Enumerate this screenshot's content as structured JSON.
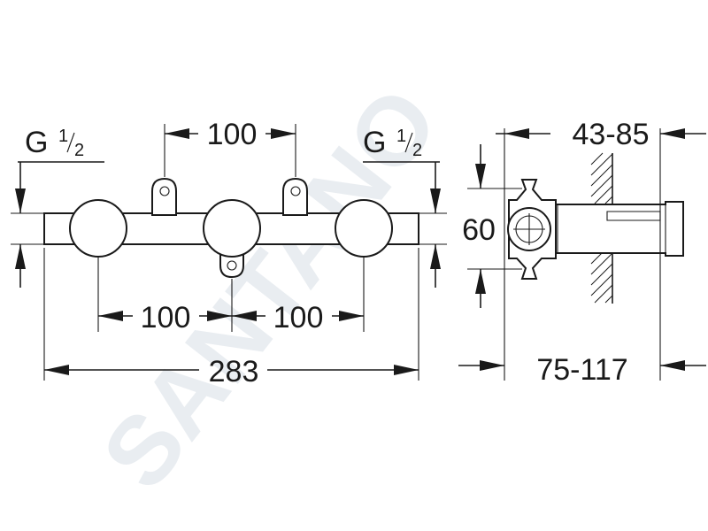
{
  "watermark": "SANTANO",
  "front_view": {
    "thread_left": {
      "main": "G",
      "num": "1",
      "den": "2"
    },
    "thread_right": {
      "main": "G",
      "num": "1",
      "den": "2"
    },
    "dim_top_spacing": "100",
    "dim_left_spacing": "100",
    "dim_right_spacing": "100",
    "dim_overall_width": "283"
  },
  "side_view": {
    "dim_wall_range": "43-85",
    "dim_height": "60",
    "dim_depth_range": "75-117"
  }
}
